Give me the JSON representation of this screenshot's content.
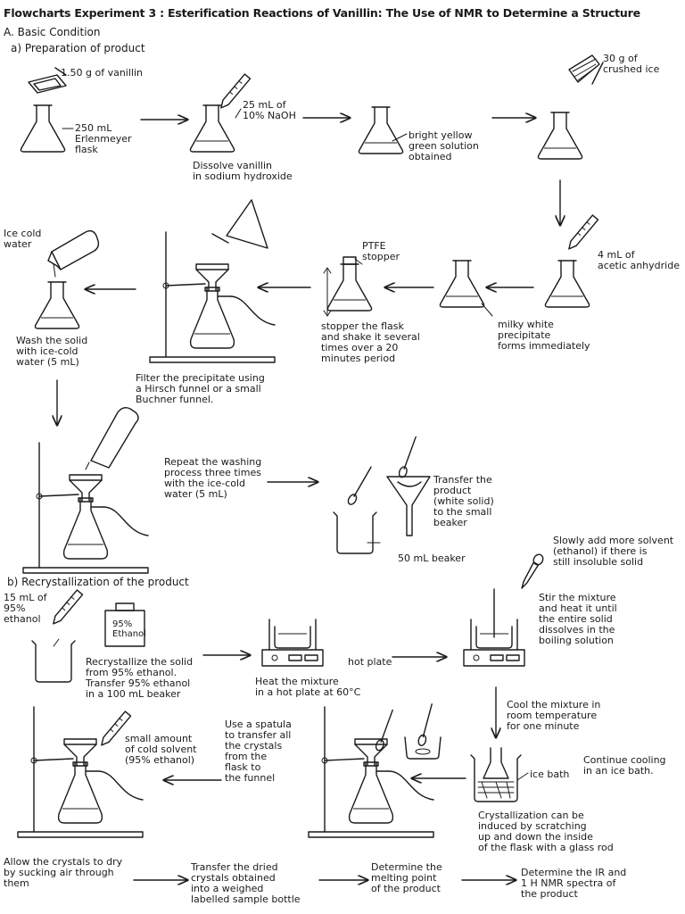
{
  "title": "Flowcharts Experiment 3 : Esterification Reactions of Vanillin: The Use of NMR to Determine a Structure",
  "section_a": {
    "heading": "A. Basic Condition",
    "sub_a": "a) Preparation of product",
    "vanillin": "1.50 g of vanillin",
    "flask": [
      "250 mL",
      "Erlenmeyer",
      "flask"
    ],
    "naoh": [
      "25 mL of",
      "10% NaOH"
    ],
    "dissolve": [
      "Dissolve vanillin",
      "in sodium hydroxide"
    ],
    "yellow": [
      "bright yellow",
      "green solution",
      "obtained"
    ],
    "ice": [
      "30 g of",
      "crushed ice"
    ],
    "anhydride": [
      "4 mL of",
      "acetic anhydride"
    ],
    "milky": [
      "milky white",
      "precipitate",
      "forms immediately"
    ],
    "ptfe": [
      "PTFE",
      "stopper"
    ],
    "shake": [
      "stopper the flask",
      "and shake it several",
      "times over a 20",
      "minutes period"
    ],
    "filter": [
      "Filter the precipitate using",
      "a Hirsch funnel or a small",
      "Buchner funnel."
    ],
    "icewater": [
      "Ice cold",
      "water"
    ],
    "wash": [
      "Wash the solid",
      "with ice-cold",
      "water (5 mL)"
    ],
    "repeat": [
      "Repeat the washing",
      "process three times",
      "with the ice-cold",
      "water (5 mL)"
    ],
    "transfer": [
      "Transfer the",
      "product",
      "(white solid)",
      "to the small",
      "beaker"
    ],
    "beaker50": "50 mL beaker"
  },
  "section_b": {
    "sub_b": "b) Recrystallization of the product",
    "ethanol15": [
      "15 mL of",
      "95%",
      "ethanol"
    ],
    "bottle": [
      "95%",
      "Ethanol"
    ],
    "recrys": [
      "Recrystallize the solid",
      "from 95% ethanol.",
      "Transfer 95% ethanol",
      "in a 100 mL beaker"
    ],
    "heat": [
      "Heat the mixture",
      "in a hot plate at 60°C"
    ],
    "hotplate": "hot plate",
    "addsolvent": [
      "Slowly add more solvent",
      "(ethanol) if there is",
      "still insoluble solid"
    ],
    "stir": [
      "Stir the mixture",
      "and heat it until",
      "the entire solid",
      "dissolves in the",
      "boiling solution"
    ],
    "cool": [
      "Cool the mixture in",
      "room temperature",
      "for one minute"
    ],
    "icebath": "ice bath",
    "continue": [
      "Continue cooling",
      "in an ice bath."
    ],
    "crys": [
      "Crystallization can be",
      "induced by scratching",
      "up and down the inside",
      "of the flask with a glass rod"
    ],
    "spatula": [
      "Use a spatula",
      "to transfer all",
      "the crystals",
      "from the",
      "flask to",
      "the funnel"
    ],
    "coldsolvent": [
      "small amount",
      "of cold solvent",
      "(95% ethanol)"
    ],
    "dry": [
      "Allow the crystals to dry",
      "by sucking air through",
      "them"
    ],
    "dried": [
      "Transfer the dried",
      "crystals obtained",
      "into a weighed",
      "labelled sample bottle"
    ],
    "melting": [
      "Determine the",
      "melting point",
      "of the product"
    ],
    "ir": [
      "Determine the IR and",
      "1 H NMR spectra of",
      "the product"
    ]
  }
}
